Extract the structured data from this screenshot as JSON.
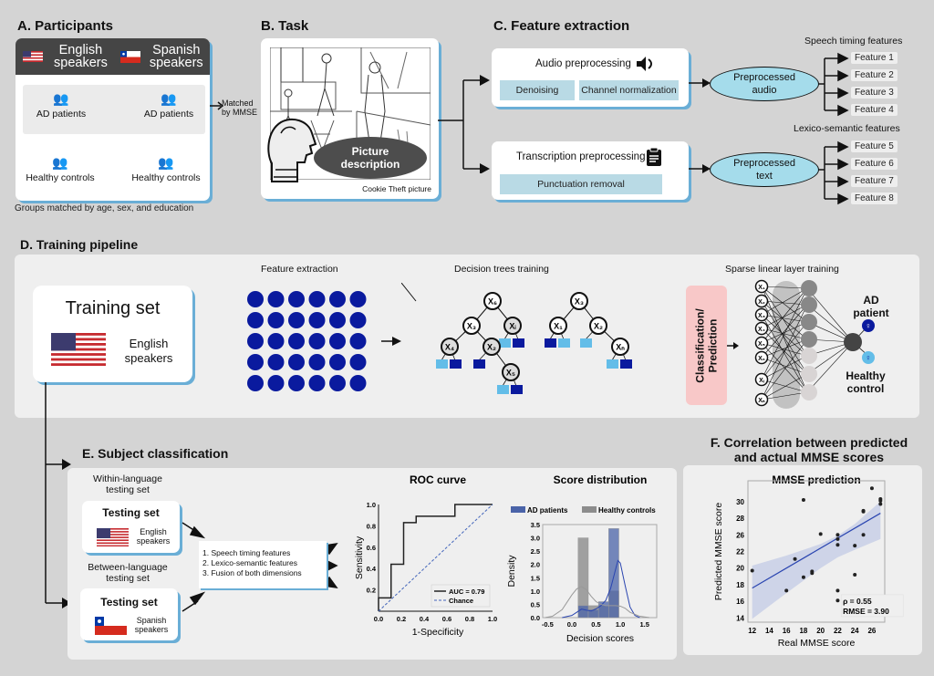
{
  "sections": {
    "a": {
      "title": "A. Participants",
      "groups": [
        {
          "flag": "us-flag",
          "label_line1": "English",
          "label_line2": "speakers"
        },
        {
          "flag": "chile-flag",
          "label_line1": "Spanish",
          "label_line2": "speakers"
        }
      ],
      "rows": [
        {
          "left": "AD patients",
          "right": "AD patients"
        },
        {
          "left": "Healthy controls",
          "right": "Healthy controls"
        }
      ],
      "matched_line1": "Matched",
      "matched_line2": "by MMSE",
      "footnote": "Groups matched by age, sex, and education"
    },
    "b": {
      "title": "B. Task",
      "bubble_line1": "Picture",
      "bubble_line2": "description",
      "caption": "Cookie Theft picture"
    },
    "c": {
      "title": "C. Feature extraction",
      "audio": {
        "title": "Audio preprocessing",
        "icon": "speaker-icon",
        "steps": [
          "Denoising",
          "Channel normalization"
        ],
        "output_line1": "Preprocessed",
        "output_line2": "audio"
      },
      "text": {
        "title": "Transcription preprocessing",
        "icon": "clipboard-icon",
        "steps": [
          "Punctuation removal"
        ],
        "output_line1": "Preprocessed",
        "output_line2": "text"
      },
      "timing_title": "Speech timing features",
      "timing_features": [
        "Feature 1",
        "Feature 2",
        "Feature 3",
        "Feature 4"
      ],
      "lexico_title": "Lexico-semantic features",
      "lexico_features": [
        "Feature 5",
        "Feature 6",
        "Feature 7",
        "Feature 8"
      ]
    },
    "d": {
      "title": "D. Training pipeline",
      "training_set": "Training set",
      "training_lang_line1": "English",
      "training_lang_line2": "speakers",
      "feature_extraction": "Feature extraction",
      "decision_trees": "Decision trees training",
      "sparse_layer": "Sparse linear layer training",
      "classification_line1": "Classification/",
      "classification_line2": "Prediction",
      "tree1_nodes": [
        "X₆",
        "X₃",
        "Xᵢ",
        "X₄",
        "X₂",
        "X₅"
      ],
      "tree2_nodes": [
        "X₃",
        "X₁",
        "X₂",
        "Xₙ"
      ],
      "input_nodes": [
        "X₁",
        "X₂",
        "X₃",
        "X₄",
        "X₅",
        "X₆",
        "Xᵢ",
        "Xₙ"
      ],
      "out_ad_line1": "AD",
      "out_ad_line2": "patient",
      "out_hc_line1": "Healthy",
      "out_hc_line2": "control"
    },
    "e": {
      "title": "E. Subject classification",
      "within_line1": "Within-language",
      "within_line2": "testing set",
      "between_line1": "Between-language",
      "between_line2": "testing set",
      "testing_set": "Testing set",
      "english_line1": "English",
      "english_line2": "speakers",
      "spanish_line1": "Spanish",
      "spanish_line2": "speakers",
      "feature_sets": [
        "1. Speech timing features",
        "2. Lexico-semantic features",
        "3. Fusion of both dimensions"
      ]
    },
    "f": {
      "title_line1": "F. Correlation between predicted",
      "title_line2": "and actual MMSE scores"
    }
  },
  "colors": {
    "card_shadow": "#6aaed6",
    "dark_blue": "#0a1a9e",
    "light_blue": "#63bde8",
    "ellipse_fill": "#a5dceb",
    "step_fill": "#b9dae5",
    "pink": "#f8c8c8",
    "hist_ad": "#4a63a8",
    "hist_hc": "#8c8c8c"
  },
  "chart_data": [
    {
      "type": "line",
      "title": "ROC curve",
      "xlabel": "1-Specificity",
      "ylabel": "Sensitivity",
      "xlim": [
        0,
        1
      ],
      "ylim": [
        0,
        1
      ],
      "xticks": [
        "0.0",
        "0.2",
        "0.4",
        "0.6",
        "0.8",
        "1.0"
      ],
      "yticks": [
        "0.2",
        "0.4",
        "0.6",
        "0.8",
        "1.0"
      ],
      "series": [
        {
          "name": "AUC = 0.79",
          "style": "solid",
          "x": [
            0,
            0,
            0.11,
            0.11,
            0.22,
            0.22,
            0.33,
            0.33,
            0.67,
            0.67,
            1.0
          ],
          "y": [
            0,
            0.125,
            0.125,
            0.44,
            0.44,
            0.83,
            0.83,
            0.89,
            0.89,
            1.0,
            1.0
          ]
        },
        {
          "name": "Chance",
          "style": "dashed",
          "x": [
            0,
            1
          ],
          "y": [
            0,
            1
          ]
        }
      ],
      "legend": "bottom-right"
    },
    {
      "type": "bar",
      "title": "Score distribution",
      "xlabel": "Decision scores",
      "ylabel": "Density",
      "xlim": [
        -0.6,
        1.75
      ],
      "ylim": [
        0,
        3.5
      ],
      "xticks": [
        "-0.5",
        "0.0",
        "0.5",
        "1.0",
        "1.5"
      ],
      "yticks": [
        "0.0",
        "0.5",
        "1.0",
        "1.5",
        "2.0",
        "2.5",
        "3.0",
        "3.5"
      ],
      "bins": [
        [
          0.13,
          0.34
        ],
        [
          0.34,
          0.55
        ],
        [
          0.55,
          0.76
        ],
        [
          0.76,
          0.97
        ]
      ],
      "series": [
        {
          "name": "AD patients",
          "values": [
            0.45,
            0.3,
            0.6,
            3.35
          ],
          "kde_x": [
            -0.2,
            0.0,
            0.1,
            0.2,
            0.3,
            0.4,
            0.5,
            0.6,
            0.7,
            0.8,
            0.9,
            0.95,
            1.0,
            1.1,
            1.2,
            1.3,
            1.4
          ],
          "kde_y": [
            0.0,
            0.08,
            0.2,
            0.32,
            0.28,
            0.25,
            0.33,
            0.45,
            0.65,
            1.1,
            1.8,
            2.15,
            2.05,
            1.2,
            0.4,
            0.08,
            0.0
          ]
        },
        {
          "name": "Healthy controls",
          "values": [
            3.0,
            0.45,
            0.45,
            1.0
          ],
          "kde_x": [
            -0.55,
            -0.4,
            -0.2,
            0.0,
            0.1,
            0.2,
            0.3,
            0.4,
            0.5,
            0.6,
            0.7,
            0.8,
            0.9,
            1.0,
            1.1,
            1.2,
            1.4,
            1.6
          ],
          "kde_y": [
            0.0,
            0.05,
            0.3,
            0.85,
            1.08,
            1.17,
            1.05,
            0.8,
            0.6,
            0.5,
            0.45,
            0.45,
            0.45,
            0.43,
            0.35,
            0.2,
            0.05,
            0.0
          ]
        }
      ],
      "legend": "top"
    },
    {
      "type": "scatter",
      "title": "MMSE prediction",
      "xlabel": "Real MMSE score",
      "ylabel": "Predicted MMSE score",
      "xlim": [
        11.5,
        27.5
      ],
      "ylim": [
        13.5,
        30.5
      ],
      "xticks": [
        "12",
        "14",
        "16",
        "18",
        "20",
        "22",
        "24",
        "26"
      ],
      "yticks": [
        "14",
        "16",
        "18",
        "20",
        "22",
        "26",
        "28",
        "30"
      ],
      "points": [
        [
          12,
          19.7
        ],
        [
          16,
          17.3
        ],
        [
          17,
          21.1
        ],
        [
          18,
          28.2
        ],
        [
          18,
          18.9
        ],
        [
          19,
          19.4
        ],
        [
          19,
          19.6
        ],
        [
          20,
          24.1
        ],
        [
          22,
          24.0
        ],
        [
          22,
          23.5
        ],
        [
          22,
          22.8
        ],
        [
          22,
          17.3
        ],
        [
          22,
          16.1
        ],
        [
          24,
          22.7
        ],
        [
          24,
          19.2
        ],
        [
          25,
          26.8
        ],
        [
          25,
          26.9
        ],
        [
          25,
          24.0
        ],
        [
          26,
          29.6
        ],
        [
          27,
          28.1
        ],
        [
          27,
          27.7
        ],
        [
          27,
          28.3
        ]
      ],
      "fit_line": {
        "x": [
          12,
          27
        ],
        "y": [
          17.6,
          26.6
        ]
      },
      "ci_band": {
        "x": [
          12,
          16,
          20,
          22,
          24,
          27
        ],
        "lower": [
          13.9,
          17.0,
          20.0,
          21.3,
          22.2,
          23.5
        ],
        "upper": [
          20.3,
          21.5,
          22.9,
          23.9,
          25.3,
          28.0
        ]
      },
      "annotation": [
        "ρ = 0.55",
        "RMSE = 3.90"
      ]
    }
  ]
}
